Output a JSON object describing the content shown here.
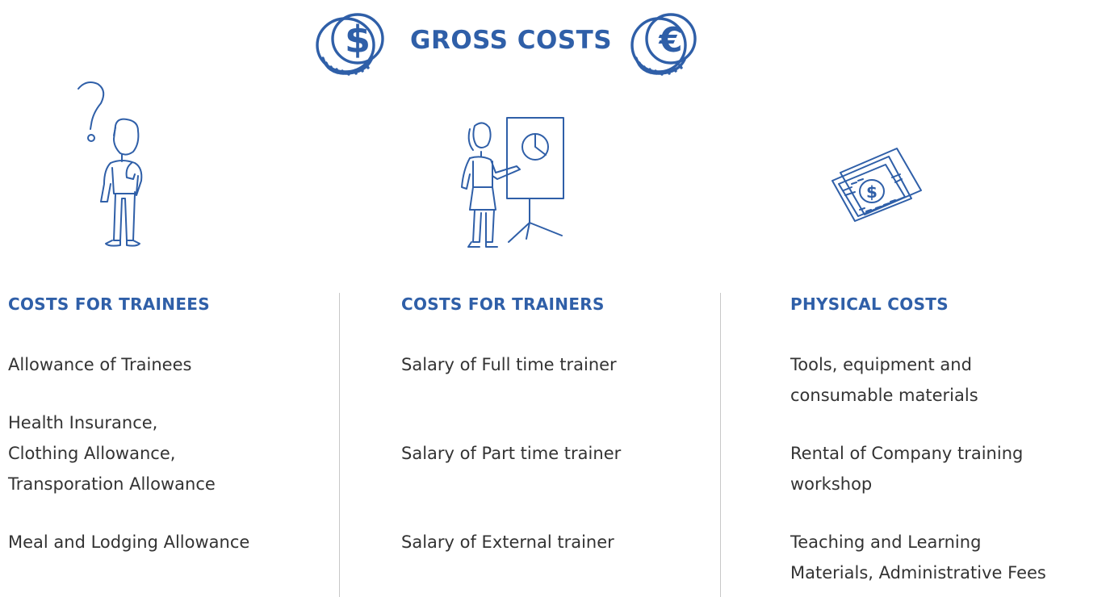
{
  "title": "GROSS COSTS",
  "colors": {
    "accent": "#2f5fa8",
    "text": "#333333",
    "divider": "#c8c8c8"
  },
  "icons": [
    "dollar-coin-icon",
    "euro-coin-icon",
    "thinking-person-illustration",
    "presenter-flipchart-illustration",
    "banknotes-illustration"
  ],
  "coin_symbols": {
    "dollar": "$",
    "euro": "€",
    "banknote": "$"
  },
  "columns": [
    {
      "heading": "COSTS FOR TRAINEES",
      "items": [
        "Allowance of Trainees",
        "Health Insurance,\nClothing Allowance,\nTransporation Allowance",
        "Meal and Lodging Allowance"
      ]
    },
    {
      "heading": "COSTS FOR TRAINERS",
      "items": [
        "Salary of Full time trainer",
        "Salary of Part time trainer",
        "Salary of External trainer"
      ]
    },
    {
      "heading": "PHYSICAL COSTS",
      "items": [
        "Tools, equipment and\nconsumable materials",
        "Rental of Company training\nworkshop",
        "Teaching and Learning\nMaterials, Administrative Fees"
      ]
    }
  ]
}
